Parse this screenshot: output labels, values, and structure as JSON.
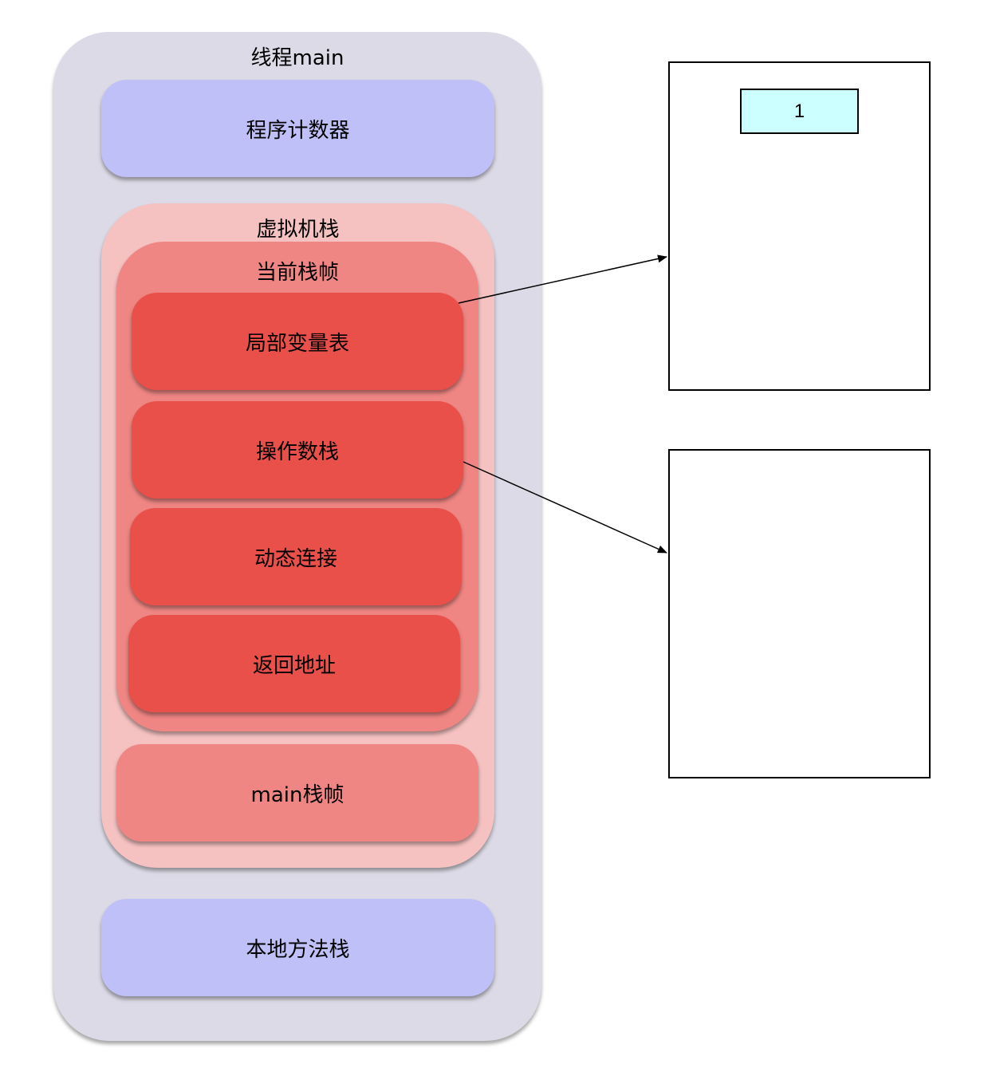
{
  "thread": {
    "title": "线程main"
  },
  "program_counter": {
    "label": "程序计数器"
  },
  "vm_stack": {
    "title": "虚拟机栈",
    "current_frame": {
      "title": "当前栈帧",
      "items": [
        {
          "label": "局部变量表"
        },
        {
          "label": "操作数栈"
        },
        {
          "label": "动态连接"
        },
        {
          "label": "返回地址"
        }
      ]
    },
    "main_frame": {
      "label": "main栈帧"
    }
  },
  "native_stack": {
    "label": "本地方法栈"
  },
  "local_vars_box": {
    "cell_value": "1"
  },
  "colors": {
    "thread_bg": "#dcdae6",
    "blue": "#c0c0f8",
    "vm_stack_bg": "#f5c1c1",
    "frame_bg": "#ef8683",
    "item_bg": "#ea504a",
    "cell_bg": "#ccffff"
  }
}
